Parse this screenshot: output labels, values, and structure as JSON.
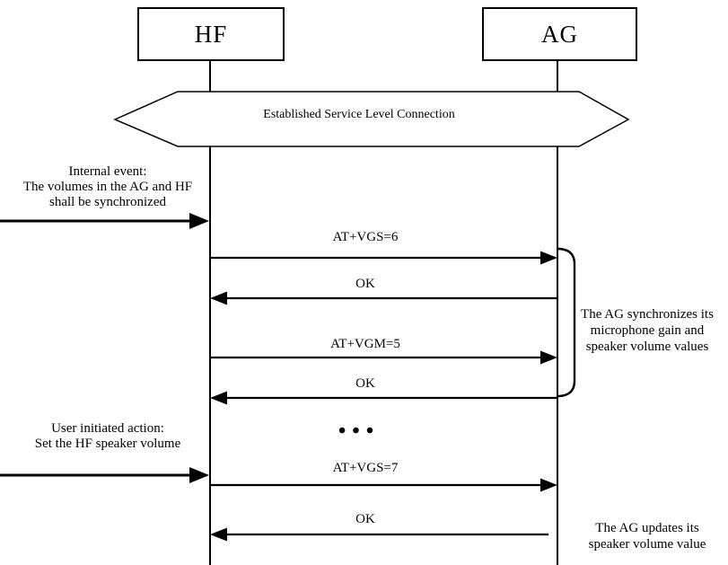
{
  "participants": [
    {
      "label": "HF"
    },
    {
      "label": "AG"
    }
  ],
  "banner": {
    "label": "Established Service Level Connection"
  },
  "annotations": {
    "left": [
      {
        "lines": [
          "Internal event:",
          "The volumes in the AG and HF",
          "shall be synchronized"
        ]
      },
      {
        "lines": [
          "User initiated action:",
          "Set the HF speaker volume"
        ]
      }
    ],
    "right": [
      {
        "lines": [
          "The AG synchronizes its",
          "microphone gain and",
          "speaker volume values"
        ]
      },
      {
        "lines": [
          "The AG updates its",
          "speaker volume value"
        ]
      }
    ]
  },
  "messages": [
    {
      "label": "AT+VGS=6",
      "from": "HF",
      "to": "AG"
    },
    {
      "label": "OK",
      "from": "AG",
      "to": "HF"
    },
    {
      "label": "AT+VGM=5",
      "from": "HF",
      "to": "AG"
    },
    {
      "label": "OK",
      "from": "AG",
      "to": "HF"
    },
    {
      "label": "AT+VGS=7",
      "from": "HF",
      "to": "AG"
    },
    {
      "label": "OK",
      "from": "AG",
      "to": "HF"
    }
  ],
  "ellipsis": "•••",
  "colors": {
    "ink": "#000000",
    "background": "#ffffff"
  }
}
